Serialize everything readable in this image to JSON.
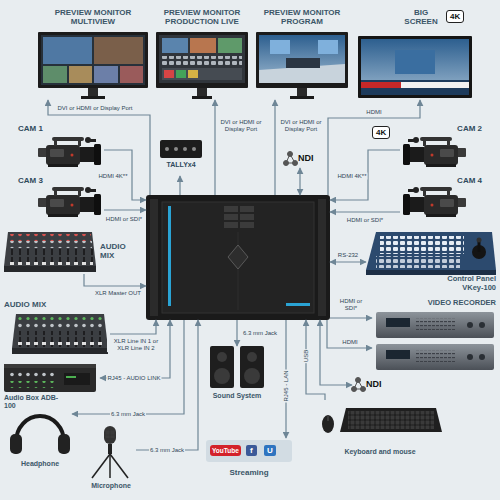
{
  "diagram": {
    "nodes": [
      {
        "text": [
          "PREVIEW MONITOR MULTIVIEW"
        ]
      },
      {
        "text": [
          "PREVIEW MONITOR PRODUCTION LIVE"
        ]
      },
      {
        "text": [
          "PREVIEW MONITOR PROGRAM"
        ]
      },
      {
        "text": [
          "BIG SCREEN"
        ]
      },
      {
        "text": [
          "CAM 1"
        ]
      },
      {
        "text": [
          "TALLYx4"
        ]
      },
      {
        "text": [
          "NDI"
        ]
      },
      {
        "text": [
          "CAM 2"
        ]
      },
      {
        "text": [
          "CAM 3"
        ]
      },
      {
        "text": [
          "CAM 4"
        ]
      },
      {
        "text": []
      },
      {
        "text": [
          "AUDIO MIX"
        ]
      },
      {
        "text": [
          "Control Panel VKey-100"
        ]
      },
      {
        "text": [
          "AUDIO MIX"
        ]
      },
      {
        "text": [
          "VIDEO RECORDER"
        ]
      },
      {
        "text": [
          "Sound System"
        ]
      },
      {
        "text": [
          "Audio Box ADB-100"
        ]
      },
      {
        "text": [
          "NDI"
        ]
      },
      {
        "text": [
          "Headphone"
        ]
      },
      {
        "text": [
          "Keyboard and mouse"
        ]
      },
      {
        "text": [
          "Microphone"
        ]
      },
      {
        "text": [
          "Streaming"
        ]
      }
    ],
    "edges": [
      {
        "from": 10,
        "to": 0,
        "label": "DVI or HDMI or Display Port",
        "arrow": "to"
      },
      {
        "from": 10,
        "to": 1,
        "label": "DVI or HDMI or Display Port",
        "arrow": "to"
      },
      {
        "from": 10,
        "to": 2,
        "label": "DVI or HDMI or Display Port",
        "arrow": "to"
      },
      {
        "from": 10,
        "to": 3,
        "label": "HDMI",
        "arrow": "to"
      },
      {
        "from": 4,
        "to": 10,
        "label": "HDMI 4K**",
        "arrow": "to"
      },
      {
        "from": 10,
        "to": 5,
        "arrow": "to"
      },
      {
        "from": 10,
        "to": 6,
        "arrow": "both"
      },
      {
        "from": 7,
        "to": 10,
        "label": "HDMI 4K**",
        "arrow": "to"
      },
      {
        "from": 8,
        "to": 10,
        "label": "HDMI or SDI*",
        "arrow": "to"
      },
      {
        "from": 9,
        "to": 10,
        "label": "HDMI or SDI*",
        "arrow": "to"
      },
      {
        "from": 11,
        "to": 10,
        "label": "XLR Master OUT",
        "arrow": "to"
      },
      {
        "from": 10,
        "to": 12,
        "label": "RS-232",
        "arrow": "both"
      },
      {
        "from": 13,
        "to": 10,
        "label": "XLR Line IN 1 or XLR Line IN 2",
        "arrow": "to"
      },
      {
        "from": 10,
        "to": 14,
        "label": "HDMI or SDI*",
        "arrow": "to"
      },
      {
        "from": 10,
        "to": 14,
        "label": "HDMI",
        "arrow": "to"
      },
      {
        "from": 10,
        "to": 15,
        "label": "6.3 mm Jack",
        "arrow": "to"
      },
      {
        "from": 16,
        "to": 10,
        "label": "RJ45 - AUDIO LINK",
        "arrow": "both"
      },
      {
        "from": 10,
        "to": 17,
        "arrow": "both"
      },
      {
        "from": 10,
        "to": 18,
        "label": "6.3 mm Jack",
        "arrow": "to"
      },
      {
        "from": 19,
        "to": 10,
        "label": "USB",
        "arrow": "to"
      },
      {
        "from": 20,
        "to": 10,
        "label": "6.3 mm Jack",
        "arrow": "to"
      },
      {
        "from": 10,
        "to": 21,
        "label": "RJ45 - LAN",
        "arrow": "to"
      }
    ],
    "labels": [
      "4K",
      "4K",
      "YouTube",
      "f",
      "U"
    ]
  }
}
